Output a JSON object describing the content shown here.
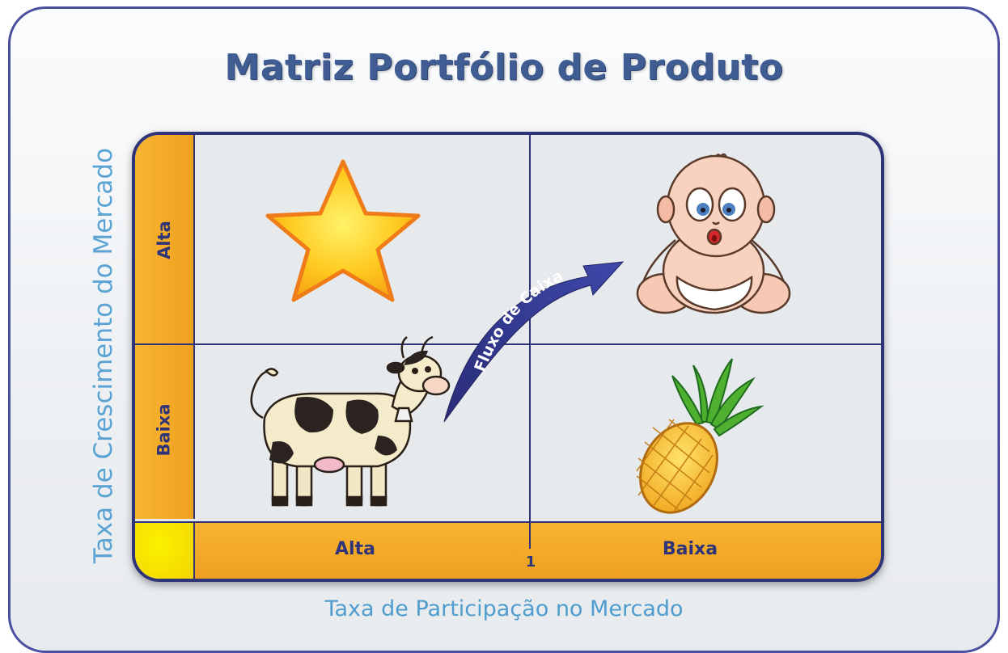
{
  "title": "Matriz Portfólio de Produto",
  "y_axis_label": "Taxa de Crescimento do Mercado",
  "x_axis_label": "Taxa de Participação no Mercado",
  "y_ticks": {
    "high": "Alta",
    "low": "Baixa"
  },
  "x_ticks": {
    "high": "Alta",
    "midpoint": "1",
    "low": "Baixa"
  },
  "arrow_label": "Fluxo de Caixa",
  "quadrants": {
    "top_left": "star-icon",
    "top_right": "baby-icon",
    "bottom_left": "cow-icon",
    "bottom_right": "pineapple-icon"
  },
  "colors": {
    "title": "#3f5d92",
    "axis_label": "#5aa3d3",
    "border": "#2f3479",
    "band": "#f5ac2a",
    "corner": "#f6e400",
    "arrow": "#2c2f7c"
  }
}
